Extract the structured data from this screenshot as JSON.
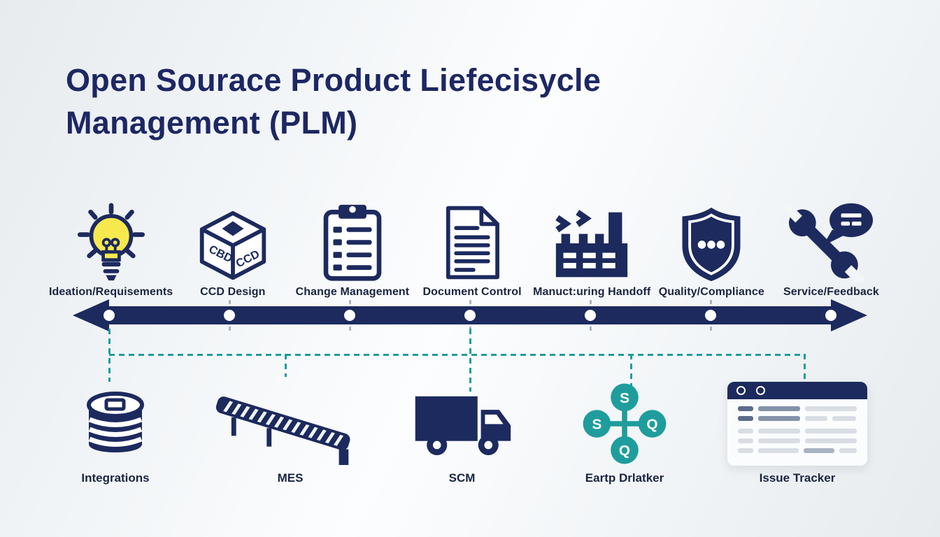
{
  "title": {
    "line1": "Open Sourace Product Liefecisycle",
    "line2": "Management (PLM)"
  },
  "colors": {
    "navy": "#1c2a5e",
    "teal": "#1f9d9d",
    "bulb_yellow": "#f7e94d",
    "label_text": "#1a2441",
    "background_light": "#f3f6f8"
  },
  "timeline": {
    "stages": [
      {
        "label": "Ideation/Requisements",
        "icon": "lightbulb-icon"
      },
      {
        "label": "CCD Design",
        "icon": "cad-box-icon",
        "box_face_left": "CBD",
        "box_face_right": "CCD"
      },
      {
        "label": "Change Management",
        "icon": "clipboard-checklist-icon"
      },
      {
        "label": "Document Control",
        "icon": "document-icon"
      },
      {
        "label": "Manuct:uring Handoff",
        "icon": "factory-icon"
      },
      {
        "label": "Quality/Compliance",
        "icon": "shield-icon"
      },
      {
        "label": "Service/Feedback",
        "icon": "wrench-chat-icon"
      }
    ]
  },
  "integrations": {
    "items": [
      {
        "label": "Integrations",
        "icon": "database-icon"
      },
      {
        "label": "MES",
        "icon": "conveyor-icon"
      },
      {
        "label": "SCM",
        "icon": "truck-icon"
      },
      {
        "label": "Eartp Drlatker",
        "icon": "network-icon",
        "nodes": {
          "top": "S",
          "left": "S",
          "right": "Q",
          "bottom": "Q"
        }
      },
      {
        "label": "Issue Tracker",
        "icon": "issue-tracker-window-icon"
      }
    ]
  }
}
